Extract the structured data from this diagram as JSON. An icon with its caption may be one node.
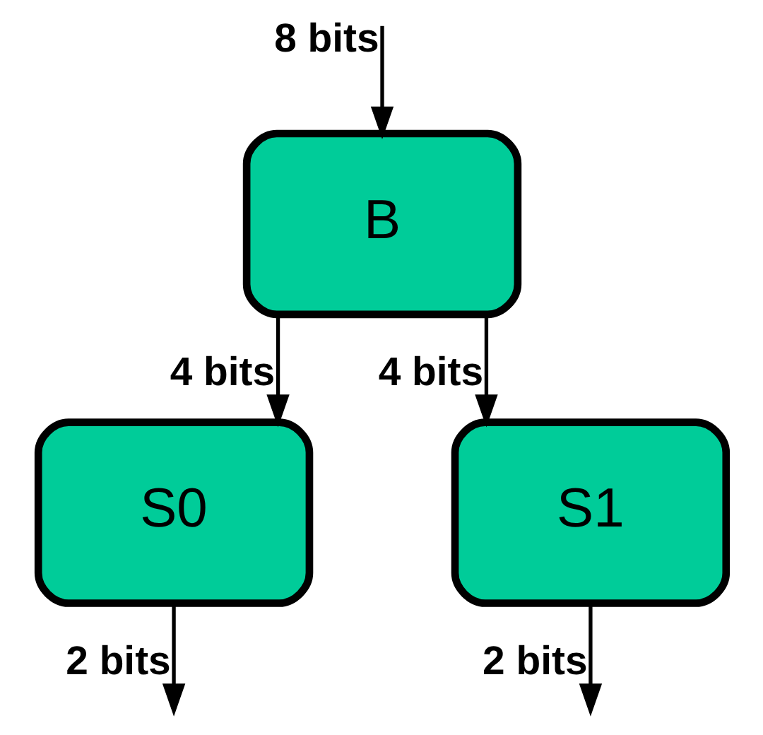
{
  "diagram": {
    "nodes": [
      {
        "text": [
          "B"
        ]
      },
      {
        "text": [
          "S0"
        ]
      },
      {
        "text": [
          "S1"
        ]
      }
    ],
    "edges": [
      {
        "from": null,
        "to": 0,
        "arrow": "to",
        "label": "8 bits"
      },
      {
        "from": 0,
        "to": 1,
        "arrow": "to",
        "label": "4 bits"
      },
      {
        "from": 0,
        "to": 2,
        "arrow": "to",
        "label": "4 bits"
      },
      {
        "from": 1,
        "to": null,
        "arrow": "to",
        "label": "2 bits"
      },
      {
        "from": 2,
        "to": null,
        "arrow": "to",
        "label": "2 bits"
      }
    ]
  }
}
